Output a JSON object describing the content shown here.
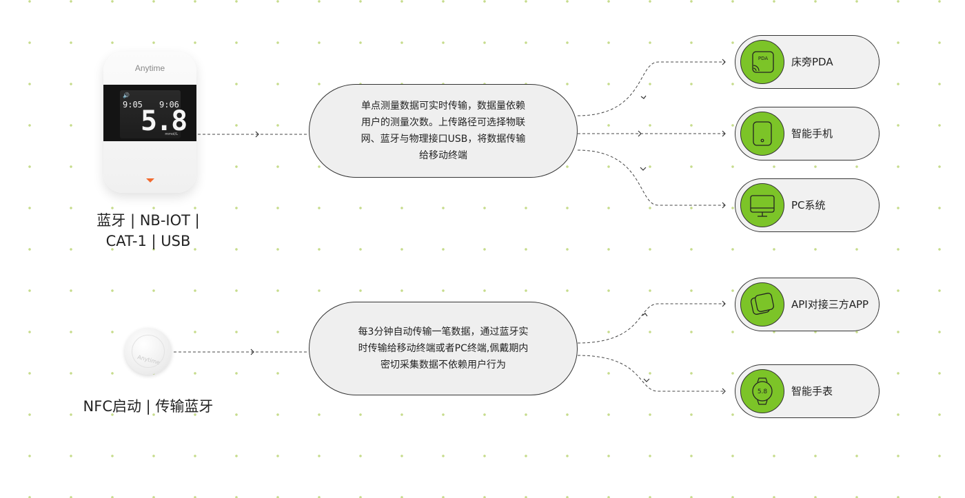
{
  "meter": {
    "brand": "Anytime",
    "time_left": "9:05",
    "time_right": "9:06",
    "reading": "5.8",
    "unit": "mmol/L",
    "label_line1": "蓝牙 | NB-IOT |",
    "label_line2": "CAT-1 | USB",
    "description_lines": [
      "单点测量数据可实时传输，数据量依赖",
      "用户的测量次数。上传路径可选择物联",
      "网、蓝牙与物理接口USB，将数据传输",
      "给移动终端"
    ],
    "targets": [
      {
        "label": "床旁PDA",
        "icon": "pda-icon",
        "icon_text": "PDA"
      },
      {
        "label": "智能手机",
        "icon": "smartphone-icon"
      },
      {
        "label": "PC系统",
        "icon": "monitor-icon"
      }
    ]
  },
  "sensor": {
    "brand": "Anytime",
    "label": "NFC启动 | 传输蓝牙",
    "description_lines": [
      "每3分钟自动传输一笔数据，通过蓝牙实",
      "时传输给移动终端或者PC终端,佩戴期内",
      "密切采集数据不依赖用户行为"
    ],
    "targets": [
      {
        "label": "API对接三方APP",
        "icon": "app-cards-icon"
      },
      {
        "label": "智能手表",
        "icon": "smartwatch-icon",
        "icon_text": "5.8"
      }
    ]
  },
  "colors": {
    "accent_green": "#7cc428",
    "dot_green": "#c6dc8c",
    "pill_bg": "#f1f1f1",
    "meter_arrow": "#f26a2e"
  }
}
